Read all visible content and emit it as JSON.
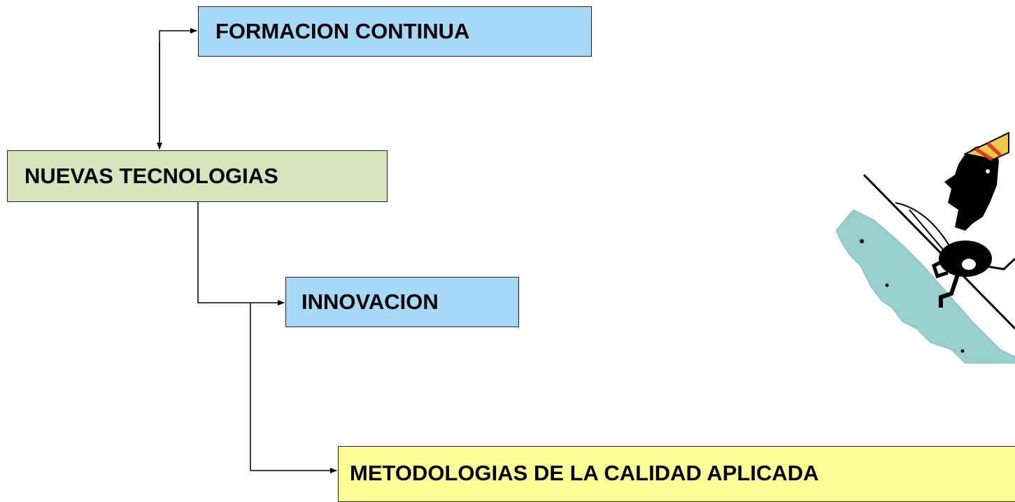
{
  "nodes": {
    "formacion": {
      "label": "FORMACION CONTINUA",
      "color": "#a8d8f8"
    },
    "nuevas": {
      "label": "NUEVAS TECNOLOGIAS",
      "color": "#d7e4bd"
    },
    "innovacion": {
      "label": "INNOVACION",
      "color": "#a8d8f8"
    },
    "metodologias": {
      "label": "METODOLOGIAS DE LA CALIDAD APLICADA",
      "color": "#ffff99"
    }
  },
  "illustration": {
    "name": "figure-climbing-icon"
  }
}
